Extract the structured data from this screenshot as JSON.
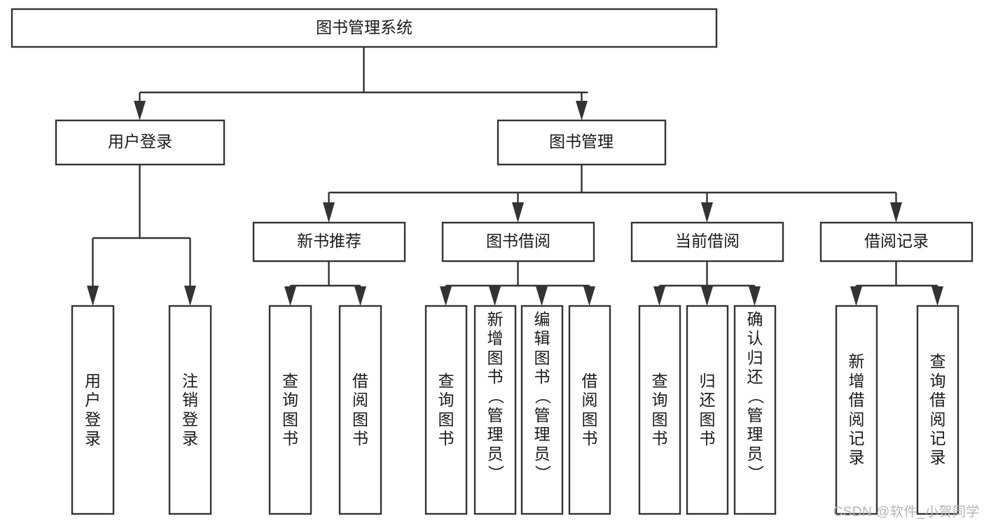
{
  "diagram": {
    "type": "tree",
    "title": "图书管理系统",
    "orientation": "top-down",
    "colors": {
      "box_fill": "#ffffff",
      "box_stroke": "#333333",
      "text": "#1a1a1a",
      "background": "#ffffff",
      "watermark": "#b4b4b4"
    },
    "root": {
      "label": "图书管理系统"
    },
    "level2": [
      {
        "label": "用户登录"
      },
      {
        "label": "图书管理"
      }
    ],
    "level3": [
      {
        "label": "新书推荐"
      },
      {
        "label": "图书借阅"
      },
      {
        "label": "当前借阅"
      },
      {
        "label": "借阅记录"
      }
    ],
    "leaves": {
      "user_login": [
        {
          "label": "用户登录"
        },
        {
          "label": "注销登录"
        }
      ],
      "new_book": [
        {
          "label": "查询图书"
        },
        {
          "label": "借阅图书"
        }
      ],
      "book_borrow": [
        {
          "label": "查询图书"
        },
        {
          "label": "新增图书（管理员）"
        },
        {
          "label": "编辑图书（管理员）"
        },
        {
          "label": "借阅图书"
        }
      ],
      "current_borrow": [
        {
          "label": "查询图书"
        },
        {
          "label": "归还图书"
        },
        {
          "label": "确认归还（管理员）"
        }
      ],
      "borrow_record": [
        {
          "label": "新增借阅记录"
        },
        {
          "label": "查询借阅记录"
        }
      ]
    }
  },
  "watermark": {
    "text": "CSDN @软件_小贺同学"
  }
}
